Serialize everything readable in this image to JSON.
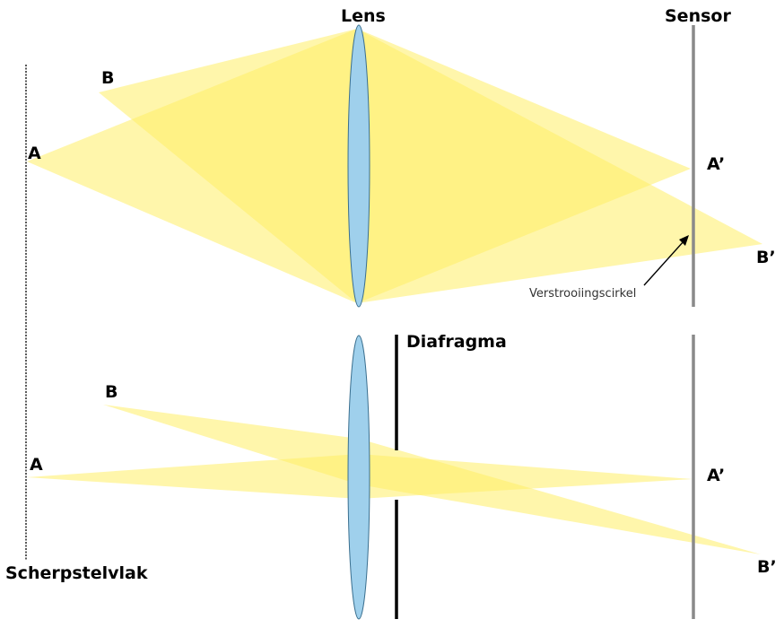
{
  "labels": {
    "lens": "Lens",
    "sensor": "Sensor",
    "diaphragm": "Diafragma",
    "focal_plane": "Scherpstelvlak",
    "blur_circle": "Verstrooiingscirkel",
    "point_a": "A",
    "point_b": "B",
    "image_a": "A’",
    "image_b": "B’"
  },
  "colors": {
    "light_cone": "#ffef66",
    "lens_fill": "#9fd0ec",
    "lens_stroke": "#3a6f8f",
    "sensor_line": "#8a8a8a",
    "diaphragm_line": "#000000",
    "focal_line": "#000000"
  }
}
